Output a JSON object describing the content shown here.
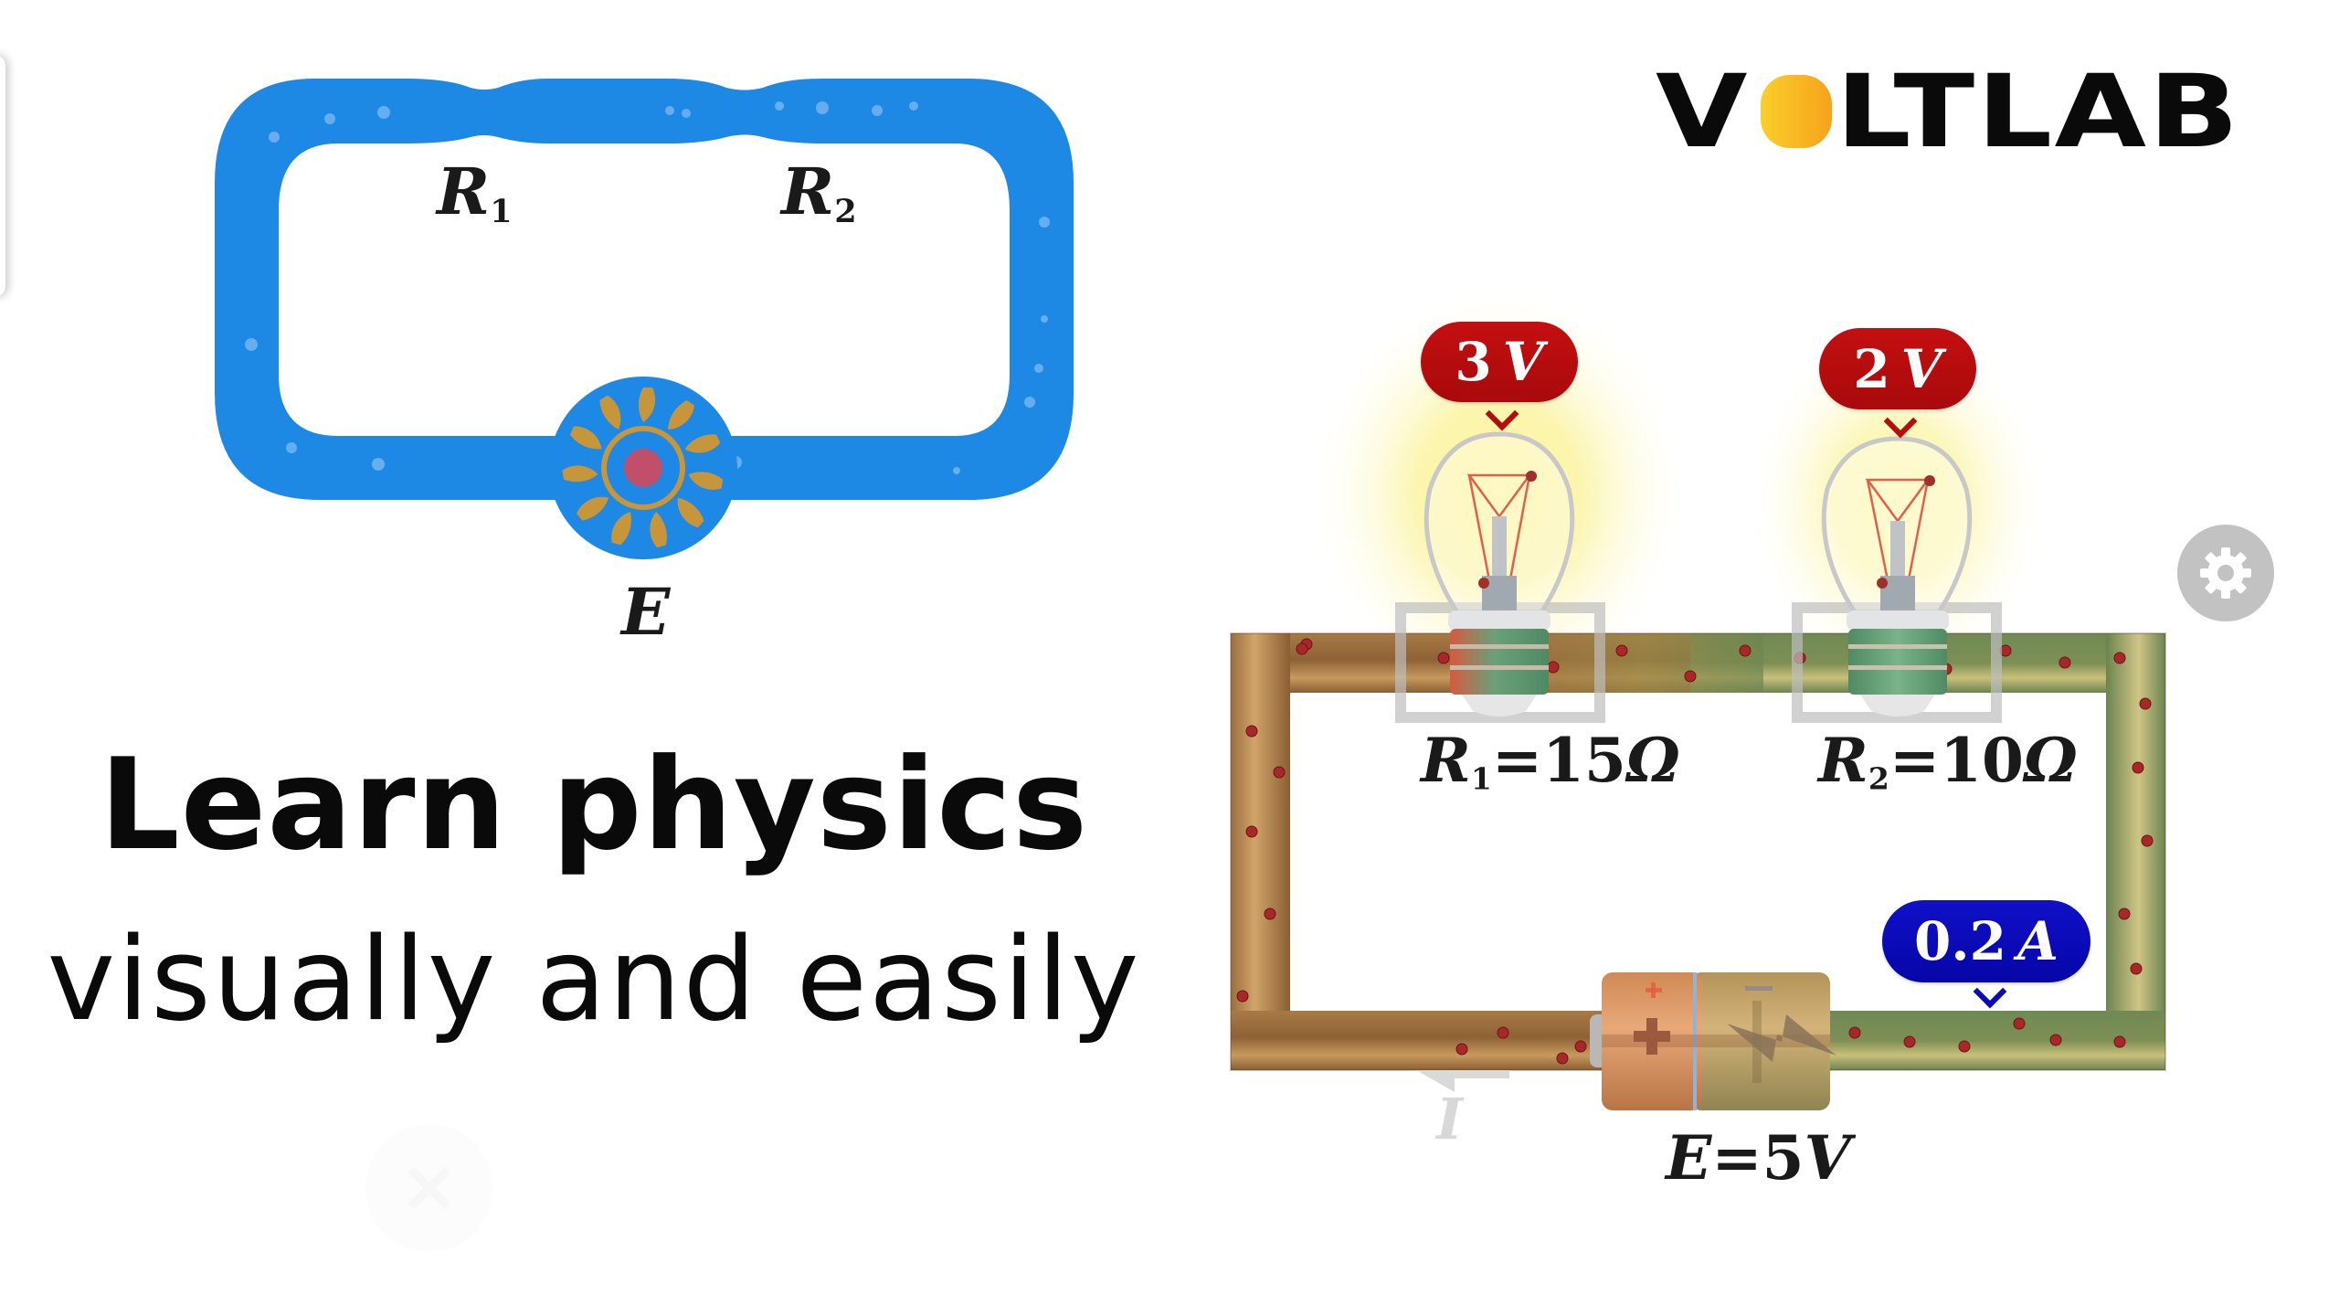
{
  "brand": {
    "logo_prefix": "V",
    "logo_suffix": "LTLAB",
    "logo_accent_gradient": [
      "#f9cf2a",
      "#f7a21c"
    ]
  },
  "headline": {
    "line1": "Learn physics",
    "line2": "visually and easily"
  },
  "analogy_diagram": {
    "resistor1_symbol": "R",
    "resistor1_index": "1",
    "resistor2_symbol": "R",
    "resistor2_index": "2",
    "source_symbol": "E",
    "fluid_color": "#1e88e5",
    "pump_blade_color": "#c8963a",
    "pump_core_color": "#c0506a"
  },
  "circuit": {
    "lamp1": {
      "voltage_value": "3",
      "voltage_unit": "V",
      "resistor_symbol": "R",
      "resistor_index": "1",
      "resistance_text": "=15",
      "resistance_unit": "Ω"
    },
    "lamp2": {
      "voltage_value": "2",
      "voltage_unit": "V",
      "resistor_symbol": "R",
      "resistor_index": "2",
      "resistance_text": "=10",
      "resistance_unit": "Ω"
    },
    "ammeter": {
      "current_value": "0.2",
      "current_unit": "A"
    },
    "battery": {
      "emf_symbol": "E",
      "emf_text": "=5",
      "emf_unit": "V",
      "positive_sign": "+",
      "negative_sign": "−"
    },
    "current_arrow_label": "I",
    "voltage_badge_color": "#b80c0c",
    "current_badge_color": "#0a0ab8"
  },
  "controls": {
    "settings_icon": "gear-icon",
    "faint_button_icon": "close-icon"
  }
}
